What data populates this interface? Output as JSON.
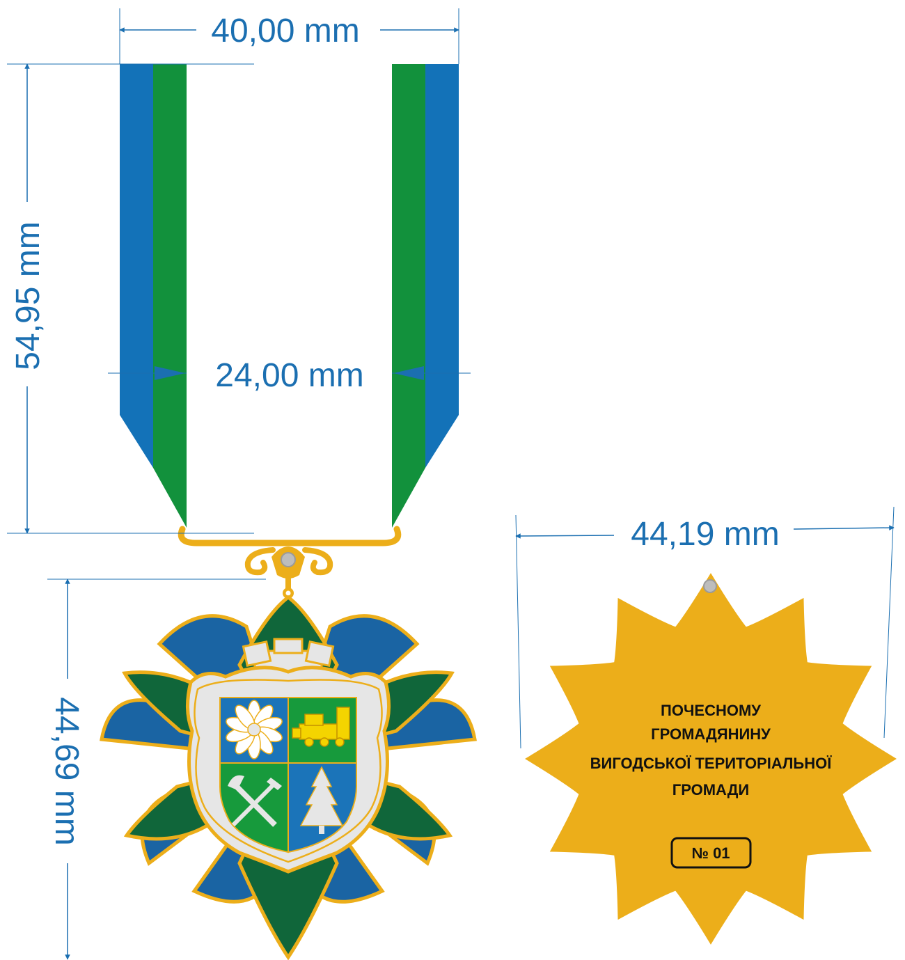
{
  "dimensions": {
    "width_total": "40,00 mm",
    "ribbon_height": "54,95 mm",
    "ribbon_inner": "24,00 mm",
    "medal_height": "44,69 mm",
    "reverse_width": "44,19 mm"
  },
  "reverse": {
    "lines": [
      "ПОЧЕСНОМУ",
      "ГРОМАДЯНИНУ",
      "ВИГОДСЬКОЇ ТЕРИТОРІАЛЬНОЇ",
      "ГРОМАДИ"
    ],
    "number": "№ 01"
  },
  "colors": {
    "dimension": "#1b6fb1",
    "ribbon_blue": "#1372b8",
    "ribbon_green": "#12913c",
    "gold": "#ecae1a",
    "star_dark_green": "#10663a",
    "star_blue": "#1a64a3",
    "shield_blue": "#1b74b9",
    "shield_green": "#179a3c",
    "silver": "#e6e6e6"
  }
}
